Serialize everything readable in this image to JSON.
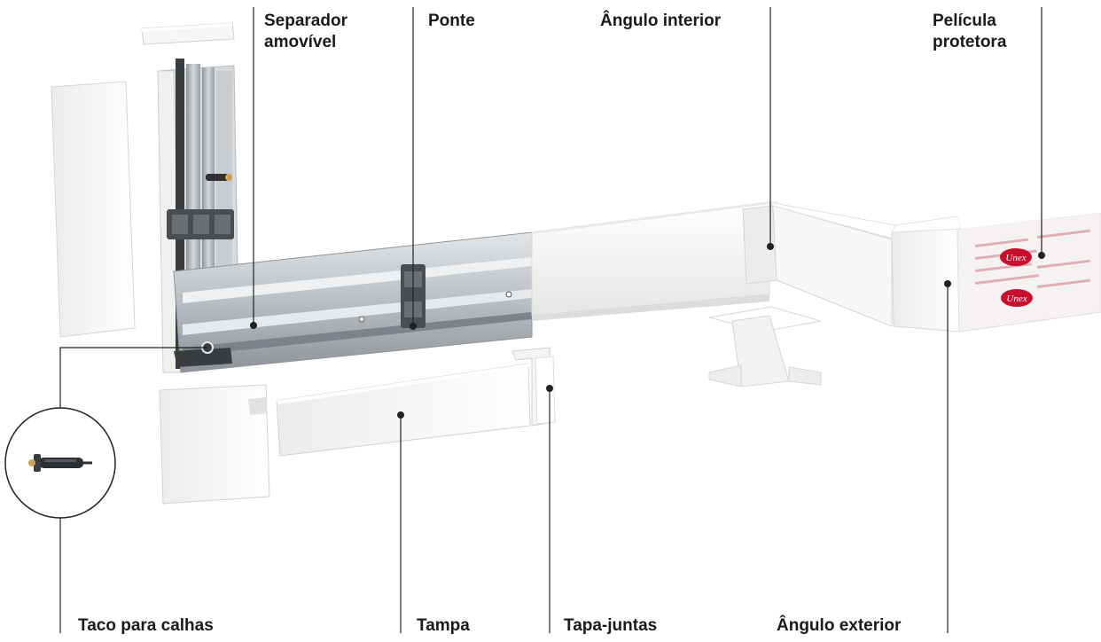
{
  "labels": {
    "separador_line1": "Separador",
    "separador_line2": "amovível",
    "ponte": "Ponte",
    "angulo_interior": "Ângulo interior",
    "pelicula_line1": "Película",
    "pelicula_line2": "protetora",
    "taco": "Taco para calhas",
    "tampa": "Tampa",
    "tapa_juntas": "Tapa-juntas",
    "angulo_exterior": "Ângulo exterior"
  },
  "brand": {
    "logo_text": "Unex"
  },
  "colors": {
    "text": "#1a1a1a",
    "leader": "#222222",
    "brand_red": "#c8102e",
    "trunk_white": "#f4f4f2",
    "aluminium": "#b9bec2"
  }
}
